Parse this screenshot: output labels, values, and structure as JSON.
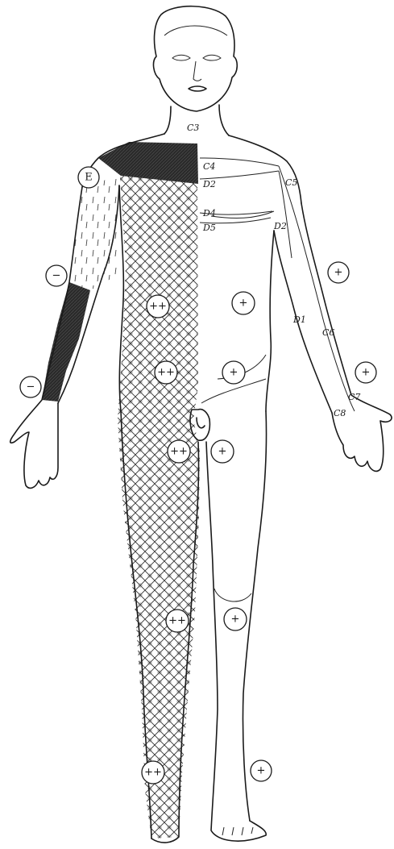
{
  "dermatome_labels": [
    "C3",
    "C4",
    "D2",
    "C5",
    "D4",
    "D5",
    "D2",
    "D1",
    "C6",
    "C7",
    "C8"
  ],
  "markers": {
    "left": [
      {
        "symbol": "E"
      },
      {
        "symbol": "−"
      },
      {
        "symbol": "−"
      }
    ],
    "body": [
      {
        "symbol": "++"
      },
      {
        "symbol": "+"
      },
      {
        "symbol": "++"
      },
      {
        "symbol": "+"
      },
      {
        "symbol": "++"
      },
      {
        "symbol": "+"
      },
      {
        "symbol": "++"
      },
      {
        "symbol": "+"
      },
      {
        "symbol": "++"
      },
      {
        "symbol": "+"
      }
    ],
    "right": [
      {
        "symbol": "+"
      },
      {
        "symbol": "+"
      }
    ]
  },
  "colors": {
    "ink": "#1a1a1a",
    "dark_shading": "#2a2a2a",
    "paper": "#ffffff"
  }
}
